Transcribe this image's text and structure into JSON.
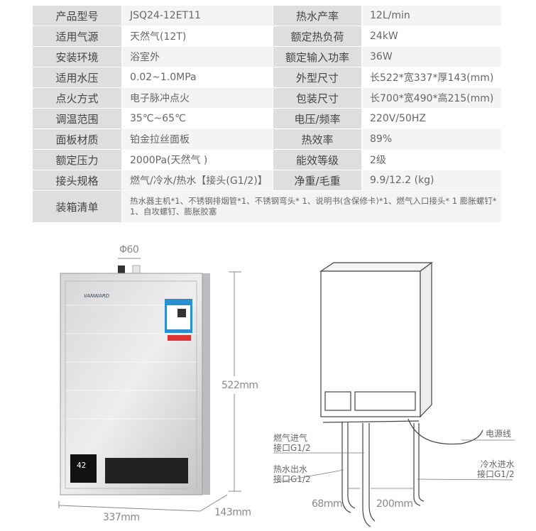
{
  "specs": [
    {
      "label1": "产品型号",
      "value1": "JSQ24-12ET11",
      "label2": "热水产率",
      "value2": "12L/min"
    },
    {
      "label1": "适用气源",
      "value1": "天然气(12T)",
      "label2": "额定热负荷",
      "value2": "24kW"
    },
    {
      "label1": "安装环境",
      "value1": "浴室外",
      "label2": "额定输入功率",
      "value2": "36W"
    },
    {
      "label1": "适用水压",
      "value1": "0.02~1.0MPa",
      "label2": "外型尺寸",
      "value2": "长522*宽337*厚143(mm)"
    },
    {
      "label1": "点火方式",
      "value1": "电子脉冲点火",
      "label2": "包装尺寸",
      "value2": "长700*宽490*高215(mm)"
    },
    {
      "label1": "调温范围",
      "value1": "35℃~65℃",
      "label2": "电压/频率",
      "value2": "220V/50HZ"
    },
    {
      "label1": "面板材质",
      "value1": "铂金拉丝面板",
      "label2": "热效率",
      "value2": "89%"
    },
    {
      "label1": "额定压力",
      "value1": "2000Pa(天然气 )",
      "label2": "能效等级",
      "value2": "2级"
    },
    {
      "label1": "接头规格",
      "value1": "燃气/冷水/热水【接头(G1/2)】",
      "label2": "净重/毛重",
      "value2": "9.9/12.2 (kg)"
    }
  ],
  "packing": {
    "label": "装箱清单",
    "value": "热水器主机*1、不锈钢排烟管*1、不锈钢弯头* 1、说明书(含保修卡)*1、燃气入口接头* 1 膨胀螺钉* 1、自攻螺钉、膨胀胶塞"
  },
  "front": {
    "pipe_diameter": "Φ60",
    "height": "522mm",
    "width": "337mm",
    "depth": "143mm",
    "display": "42",
    "brand": "VANWARD"
  },
  "side": {
    "gas_inlet": "燃气进气\n接口G1/2",
    "hot_outlet": "热水出水\n接口G1/2",
    "cold_inlet": "冷水进水\n接口G1/2",
    "power_cord": "电源线",
    "gap1": "68mm",
    "gap2": "200mm"
  }
}
